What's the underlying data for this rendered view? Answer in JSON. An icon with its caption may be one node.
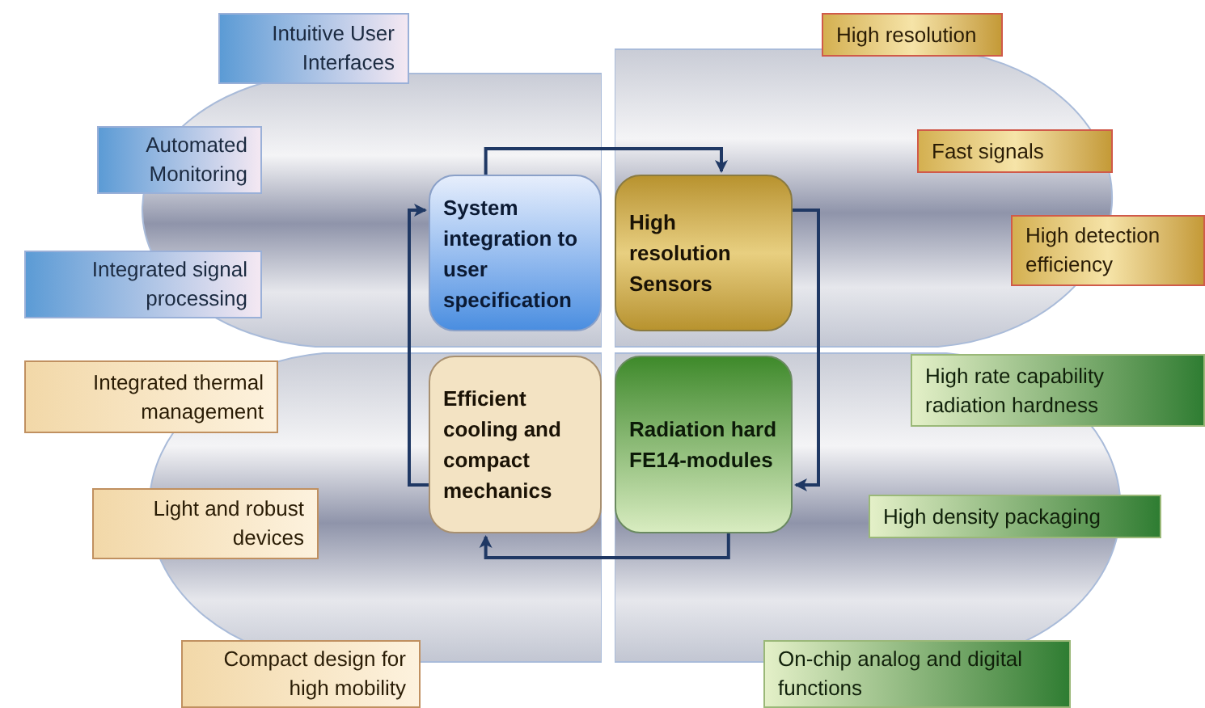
{
  "diagram": {
    "nodes": [
      {
        "text": [],
        "shape": "box"
      },
      {
        "text": [
          "System integration to user specification"
        ],
        "in": 0
      },
      {
        "text": [],
        "shape": "box"
      },
      {
        "text": [
          "High resolution Sensors"
        ],
        "in": 2
      },
      {
        "text": [],
        "shape": "box"
      },
      {
        "text": [
          "Efficient cooling and compact mechanics"
        ],
        "in": 4
      },
      {
        "text": [],
        "shape": "box"
      },
      {
        "text": [
          "Radiation hard FE14-modules"
        ],
        "in": 6
      },
      {
        "text": [
          "Intuitive User Interfaces"
        ]
      },
      {
        "text": [
          "High resolution"
        ]
      },
      {
        "text": [
          "Automated Monitoring"
        ]
      },
      {
        "text": [
          "Fast signals"
        ],
        "in": 2
      },
      {
        "text": [
          "High detection efficiency"
        ]
      },
      {
        "text": [
          "Integrated signal processing"
        ]
      },
      {
        "text": [
          "Integrated thermal management"
        ]
      },
      {
        "text": [
          "High rate capability radiation hardness"
        ]
      },
      {
        "text": [
          "Light and robust devices"
        ]
      },
      {
        "text": [
          "High density packaging"
        ]
      },
      {
        "text": [
          "Compact design for high mobility"
        ]
      },
      {
        "text": [
          "On-chip analog and digital functions"
        ]
      }
    ],
    "edges": [
      {
        "from": 1,
        "to": 3,
        "arrow": "to"
      },
      {
        "from": 3,
        "to": 7,
        "arrow": "to"
      },
      {
        "from": 7,
        "to": 5,
        "arrow": "to"
      },
      {
        "from": 5,
        "to": 1,
        "arrow": "to"
      }
    ]
  }
}
